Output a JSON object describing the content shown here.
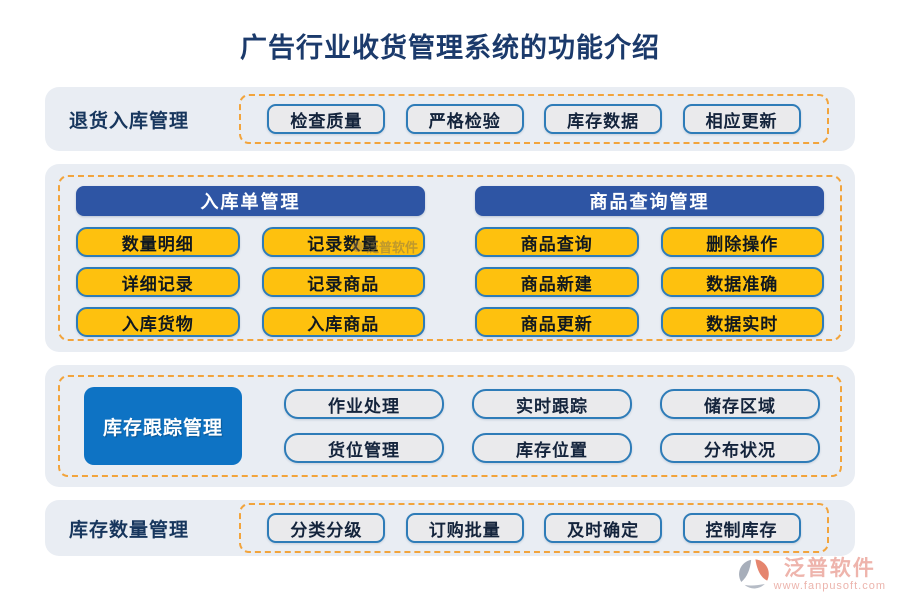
{
  "title": "广告行业收货管理系统的功能介绍",
  "colors": {
    "dashed_accent": "#F2A43C",
    "navy_header": "#2E55A4",
    "bright_blue": "#0E73C4",
    "chip_yellow": "#FEC10E",
    "chip_border_blue": "#2E7CB8",
    "band_background": "#E9EDF3",
    "title_navy": "#1B3A6B",
    "logo_salmon": "#ECA89E"
  },
  "sections": {
    "returns": {
      "label": "退货入库管理",
      "items": [
        "检查质量",
        "严格检验",
        "库存数据",
        "相应更新"
      ]
    },
    "middle": {
      "left": {
        "header": "入库单管理",
        "items": [
          "数量明细",
          "记录数量",
          "详细记录",
          "记录商品",
          "入库货物",
          "入库商品"
        ]
      },
      "right": {
        "header": "商品查询管理",
        "items": [
          "商品查询",
          "删除操作",
          "商品新建",
          "数据准确",
          "商品更新",
          "数据实时"
        ]
      }
    },
    "tracking": {
      "label": "库存跟踪管理",
      "items": [
        "作业处理",
        "实时跟踪",
        "储存区域",
        "货位管理",
        "库存位置",
        "分布状况"
      ]
    },
    "quantity": {
      "label": "库存数量管理",
      "items": [
        "分类分级",
        "订购批量",
        "及时确定",
        "控制库存"
      ]
    }
  },
  "watermark": {
    "text": "泛普软件"
  },
  "logo": {
    "name": "泛普软件",
    "url": "www.fanpusoft.com"
  }
}
